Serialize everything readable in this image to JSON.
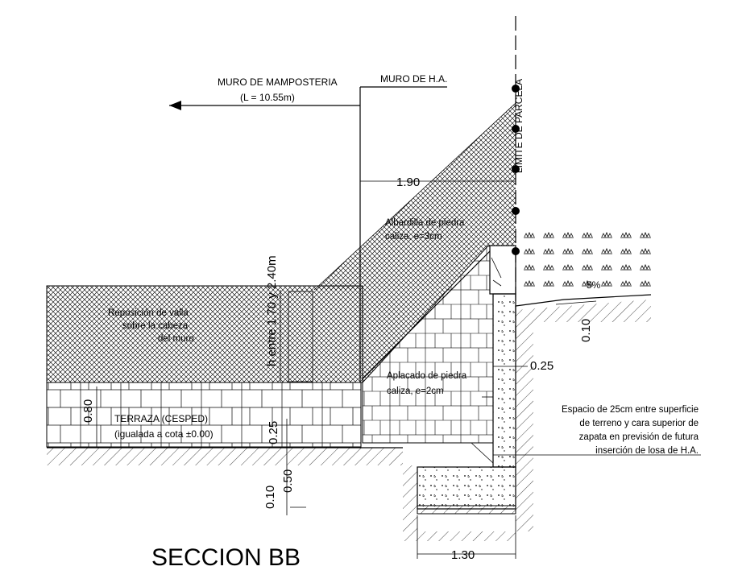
{
  "labels": {
    "muro_mamposteria": "MURO DE MAMPOSTERIA",
    "muro_mamposteria_length": "(L = 10.55m)",
    "muro_ha": "MURO DE H.A.",
    "limite_parcela": "LIMITE DE PARCELA",
    "altura_muro": "h entre 1.70 y 2.40m",
    "albardilla_1": "Albardilla de piedra",
    "albardilla_2": "caliza, e=3cm",
    "reposicion_1": "Reposición de valla",
    "reposicion_2": "sobre la cabeza",
    "reposicion_3": "del muro",
    "aplacado_1": "Aplacado de piedra",
    "aplacado_2": "caliza, e=2cm",
    "terraza_1": "TERRAZA (CESPED)",
    "terraza_2": "(igualada a cota ±0.00)",
    "espacio_1": "Espacio de 25cm entre superficie",
    "espacio_2": "de terreno y cara superior de",
    "espacio_3": "zapata en previsión de futura",
    "espacio_4": "inserción de losa de H.A.",
    "pendiente": "5%"
  },
  "dimensions": {
    "d_190": "1.90",
    "d_025_right": "0.25",
    "d_010_right": "0.10",
    "d_080": "0.80",
    "d_025_left": "0.25",
    "d_050": "0.50",
    "d_010_left": "0.10",
    "d_130": "1.30"
  },
  "title": "SECCION BB",
  "colors": {
    "ink": "#000000",
    "background": "#ffffff"
  }
}
